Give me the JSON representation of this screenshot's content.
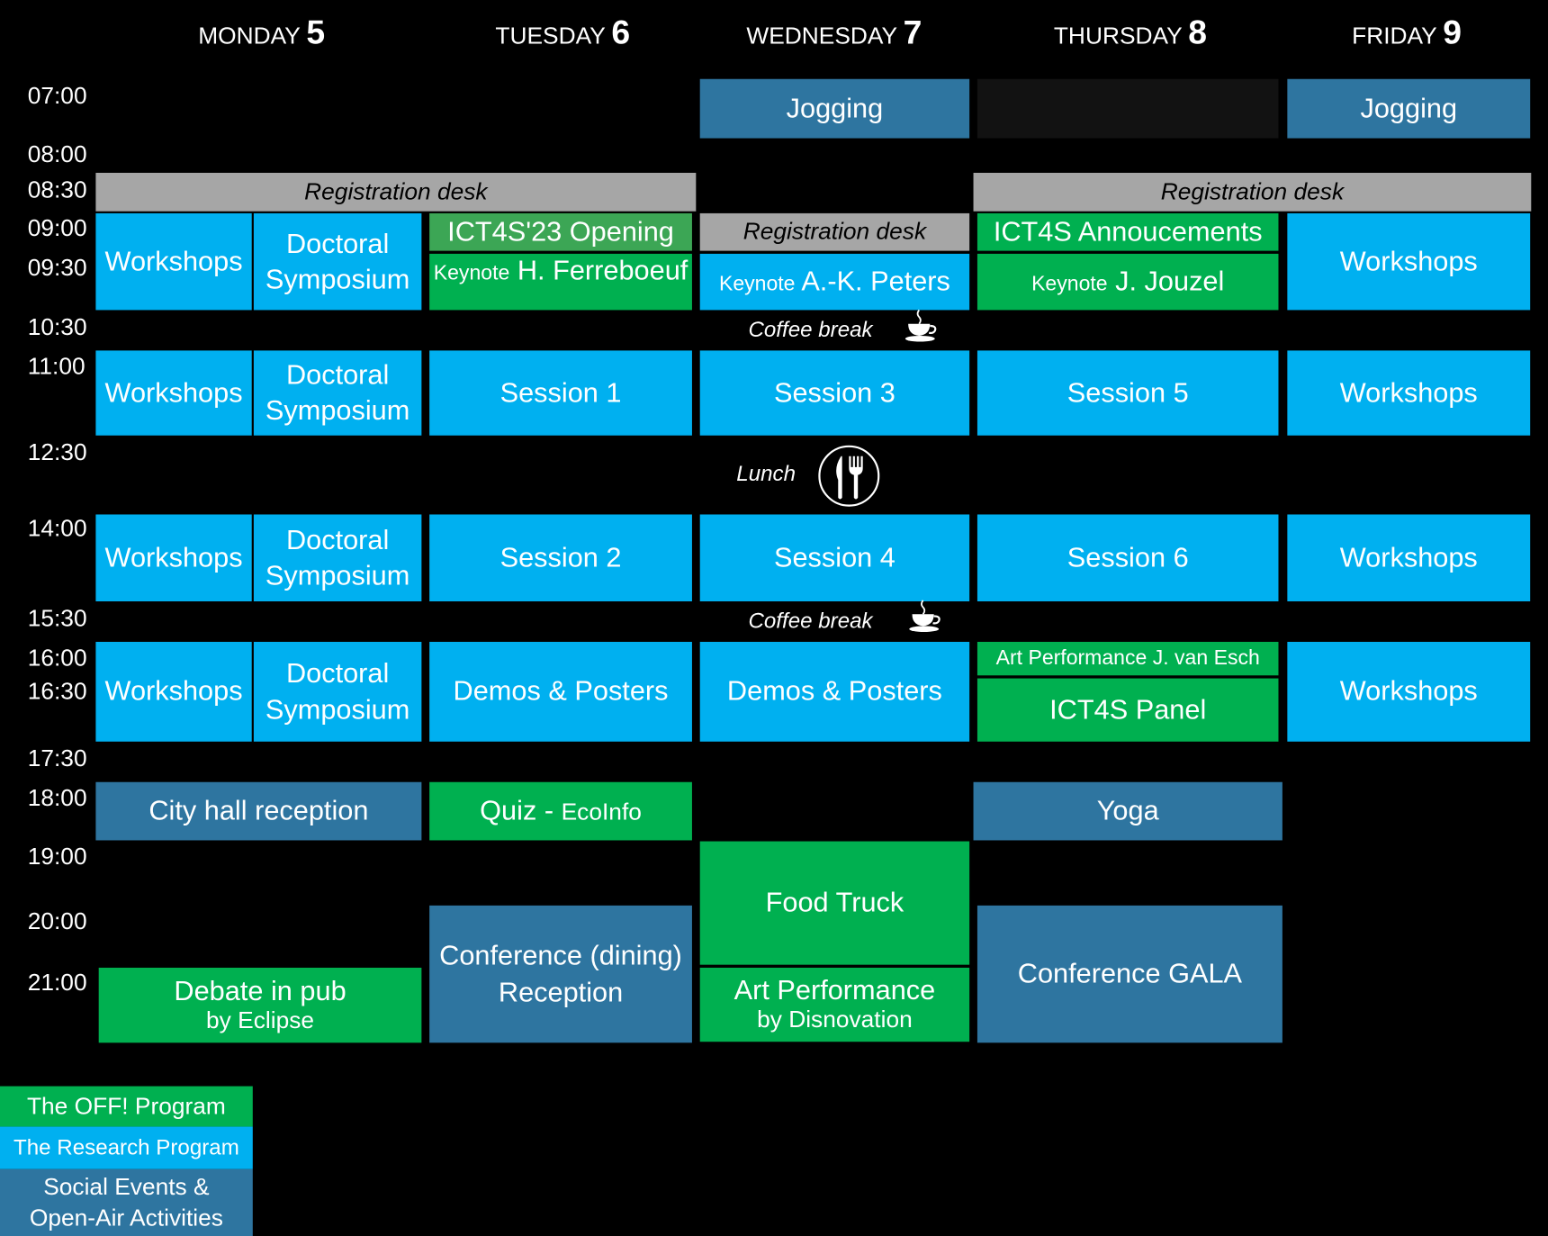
{
  "days": [
    {
      "name": "MONDAY",
      "num": "5"
    },
    {
      "name": "TUESDAY",
      "num": "6"
    },
    {
      "name": "WEDNESDAY",
      "num": "7"
    },
    {
      "name": "THURSDAY",
      "num": "8"
    },
    {
      "name": "FRIDAY",
      "num": "9"
    }
  ],
  "times": [
    "07:00",
    "08:00",
    "08:30",
    "09:00",
    "09:30",
    "10:30",
    "11:00",
    "12:30",
    "14:00",
    "15:30",
    "16:00",
    "16:30",
    "17:30",
    "18:00",
    "19:00",
    "20:00",
    "21:00"
  ],
  "events": {
    "jogging": "Jogging",
    "registration_desk": "Registration desk",
    "workshops": "Workshops",
    "doctoral": "Doctoral Symposium",
    "opening": "ICT4S'23 Opening",
    "keynote": "Keynote",
    "keynote_tue_name": "H. Ferreboeuf",
    "keynote_wed_name": "A.-K. Peters",
    "keynote_thu_name": "J. Jouzel",
    "annoucements": "ICT4S Annoucements",
    "session1": "Session 1",
    "session2": "Session 2",
    "session3": "Session 3",
    "session4": "Session 4",
    "session5": "Session 5",
    "session6": "Session 6",
    "demos": "Demos & Posters",
    "art_perf_thu": "Art Performance J. van Esch",
    "panel": "ICT4S Panel",
    "city_hall": "City hall reception",
    "quiz": "Quiz -",
    "quiz_org": "EcoInfo",
    "yoga": "Yoga",
    "food_truck": "Food Truck",
    "conf_dining": "Conference (dining) Reception",
    "gala": "Conference GALA",
    "debate": "Debate in pub",
    "debate_by": "by Eclipse",
    "art_perf_wed": "Art Performance",
    "art_perf_by": "by Disnovation"
  },
  "breaks": {
    "coffee": "Coffee break",
    "lunch": "Lunch"
  },
  "legend": {
    "off": "The OFF! Program",
    "research": "The Research Program",
    "social": "Social Events & Open-Air Activities"
  },
  "colors": {
    "research": "#00b0f0",
    "off": "#00b050",
    "social": "#2e75a0",
    "registration": "#a6a6a6",
    "background": "#000000"
  },
  "icons": [
    "coffee-cup-icon",
    "fork-knife-icon"
  ]
}
